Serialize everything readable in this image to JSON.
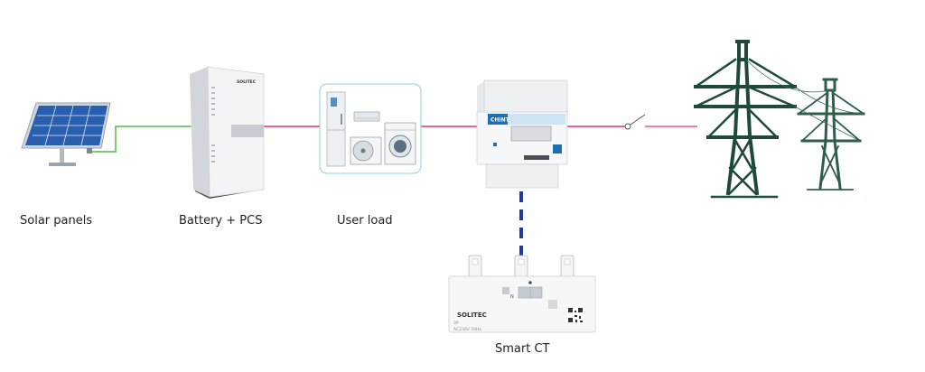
{
  "labels": {
    "solar": "Solar panels",
    "battery": "Battery + PCS",
    "load": "User load",
    "smart_ct": "Smart CT"
  },
  "battery_brand": "SOLITEC",
  "meter_brand": "CHINT",
  "ct_device": {
    "brand": "SOLITEC",
    "model": "3P",
    "rating": "AC230V 50Hz",
    "terminal": "N"
  },
  "colors": {
    "ac_line": "#e0307a",
    "dc_line": "#56b847",
    "comm_line": "#1f3c9e",
    "tower": "#1f4a3a",
    "panel_blue": "#2a5fb0",
    "load_border": "#8fd0d8"
  },
  "icons": {
    "solar": "solar-panel-icon",
    "battery": "battery-cabinet-icon",
    "load": "household-appliances-icon",
    "meter": "energy-meter-icon",
    "switch": "grid-switch-icon",
    "grid": "transmission-tower-icon",
    "ct": "smart-ct-icon"
  }
}
